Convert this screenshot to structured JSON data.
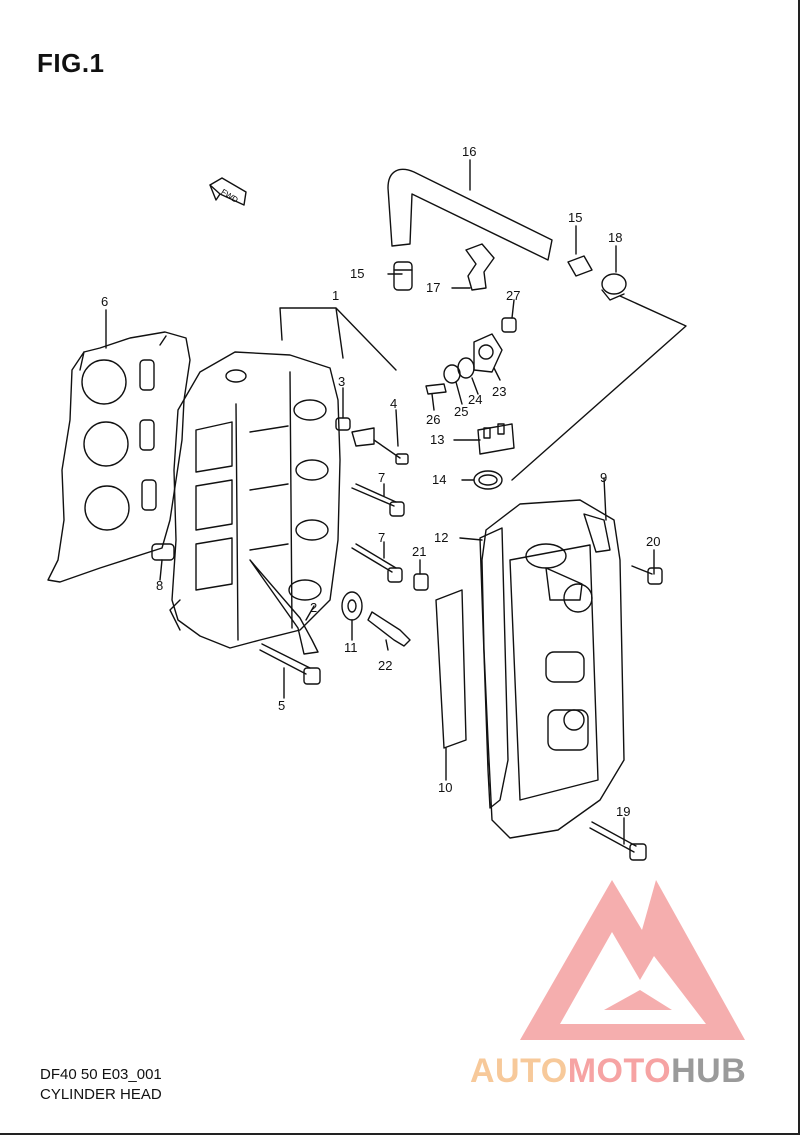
{
  "figure": {
    "title": "FIG.1",
    "code": "DF40 50 E03_001",
    "name": "CYLINDER HEAD",
    "direction_badge": "FWD"
  },
  "watermark": {
    "part1": "AUTO",
    "part2": "MOTO",
    "part3": "HUB",
    "colors": {
      "auto": "#f7c99a",
      "moto": "#f6a3a3",
      "hub": "#9a9a9a"
    }
  },
  "callouts": [
    "1",
    "2",
    "3",
    "4",
    "5",
    "6",
    "7",
    "7",
    "8",
    "10",
    "11",
    "12",
    "13",
    "14",
    "15",
    "15",
    "16",
    "17",
    "18",
    "19",
    "20",
    "21",
    "22",
    "23",
    "24",
    "25",
    "26",
    "27",
    "9"
  ]
}
